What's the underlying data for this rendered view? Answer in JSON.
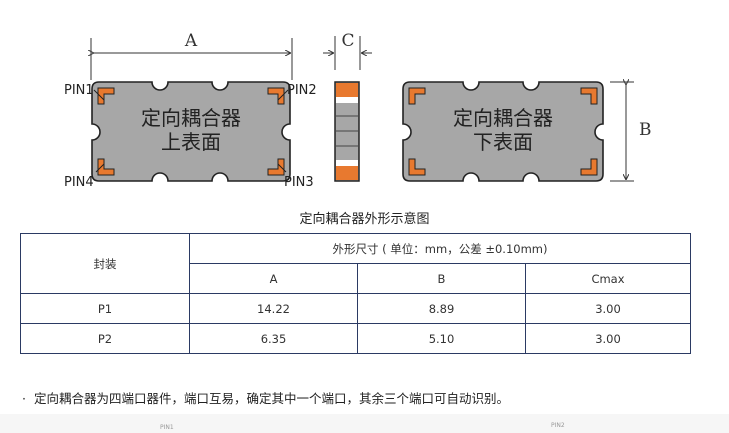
{
  "diagram": {
    "dim_a": "A",
    "dim_b": "B",
    "dim_c": "C",
    "pins": [
      "PIN1",
      "PIN2",
      "PIN3",
      "PIN4"
    ],
    "top_view": {
      "line1": "定向耦合器",
      "line2": "上表面"
    },
    "bottom_view": {
      "line1": "定向耦合器",
      "line2": "下表面"
    }
  },
  "caption": "定向耦合器外形示意图",
  "table": {
    "package_header": "封装",
    "dims_header": "外形尺寸 ( 单位：mm，公差 ±0.10mm)",
    "columns": [
      "A",
      "B",
      "Cmax"
    ],
    "rows": [
      {
        "package": "P1",
        "values": [
          "14.22",
          "8.89",
          "3.00"
        ]
      },
      {
        "package": "P2",
        "values": [
          "6.35",
          "5.10",
          "3.00"
        ]
      }
    ]
  },
  "note": {
    "bullet": "·",
    "text": "定向耦合器为四端口器件，端口互易，确定其中一个端口，其余三个端口可自动识别。"
  },
  "strip_labels": [
    "PIN1",
    "PIN2"
  ],
  "colors": {
    "body": "#a7a7a7",
    "outline": "#222222",
    "pad": "#e8792f",
    "table_border": "#2b3a63"
  }
}
